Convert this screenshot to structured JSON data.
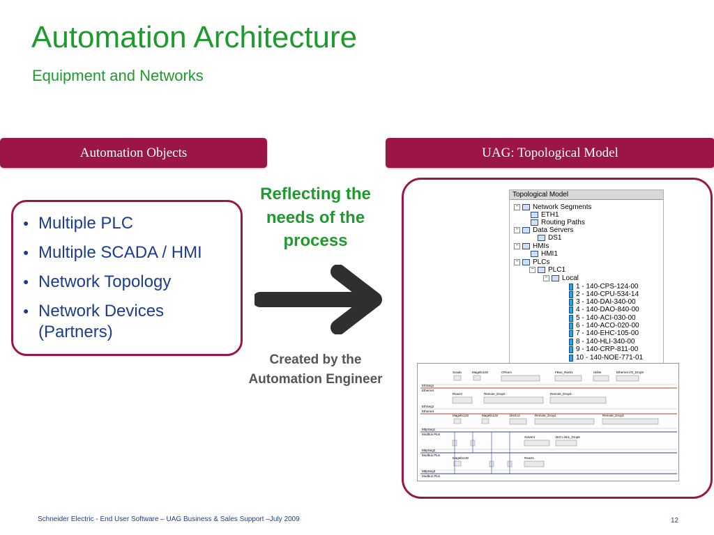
{
  "title": "Automation Architecture",
  "subtitle": "Equipment and Networks",
  "left_header": "Automation Objects",
  "right_header": "UAG: Topological Model",
  "bullets": [
    "Multiple PLC",
    "Multiple SCADA / HMI",
    "Network Topology",
    "Network Devices (Partners)"
  ],
  "reflect_text": "Reflecting the needs of the process",
  "created_text": "Created by the Automation Engineer",
  "tree": {
    "title": "Topological Model",
    "nodes": [
      "Network Segments",
      "ETH1",
      "Routing Paths",
      "Data Servers",
      "DS1",
      "HMIs",
      "HMI1",
      "PLCs",
      "PLC1",
      "Local"
    ],
    "modules": [
      "1 - 140-CPS-124-00",
      "2 - 140-CPU-534-14",
      "3 - 140-DAI-340-00",
      "4 - 140-DAO-840-00",
      "5 - 140-ACI-030-00",
      "6 - 140-ACO-020-00",
      "7 - 140-EHC-105-00",
      "8 - 140-HLI-340-00",
      "9 - 140-CRP-811-00",
      "10 - 140-NOE-771-01"
    ]
  },
  "diagram": {
    "segments": [
      "EthSeg1",
      "Ethernet",
      "EthSeg2",
      "Ethernet",
      "MbpSeg1",
      "Modbus Plus",
      "MbpSeg2",
      "Modbus Plus",
      "MbpSeg3",
      "Modbus Plus"
    ],
    "devices": [
      "Scada",
      "Magelis100",
      "CRsom",
      "FBus_Rack1",
      "Utilite",
      "Ethernet I/O_Drop0",
      "Rsact2",
      "Remote_Drop2",
      "Remote_Drop3",
      "Magelis120",
      "Magelis125",
      "DistCol",
      "Remote_Drop2",
      "Remote_Drop3",
      "Solvent",
      "DIO Link1_Drop6",
      "Magelis130",
      "Rsact1"
    ]
  },
  "footer": "Schneider Electric - End User Software – UAG Business & Sales Support –July 2009",
  "page_number": "12",
  "colors": {
    "title_green": "#1f9a2d",
    "header_maroon": "#9b1646",
    "bullet_blue": "#1a3d8f"
  }
}
